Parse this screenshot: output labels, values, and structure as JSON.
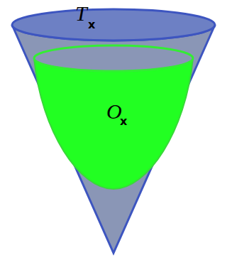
{
  "diagram": {
    "labels": [
      "T",
      "x",
      "O",
      "x"
    ]
  }
}
